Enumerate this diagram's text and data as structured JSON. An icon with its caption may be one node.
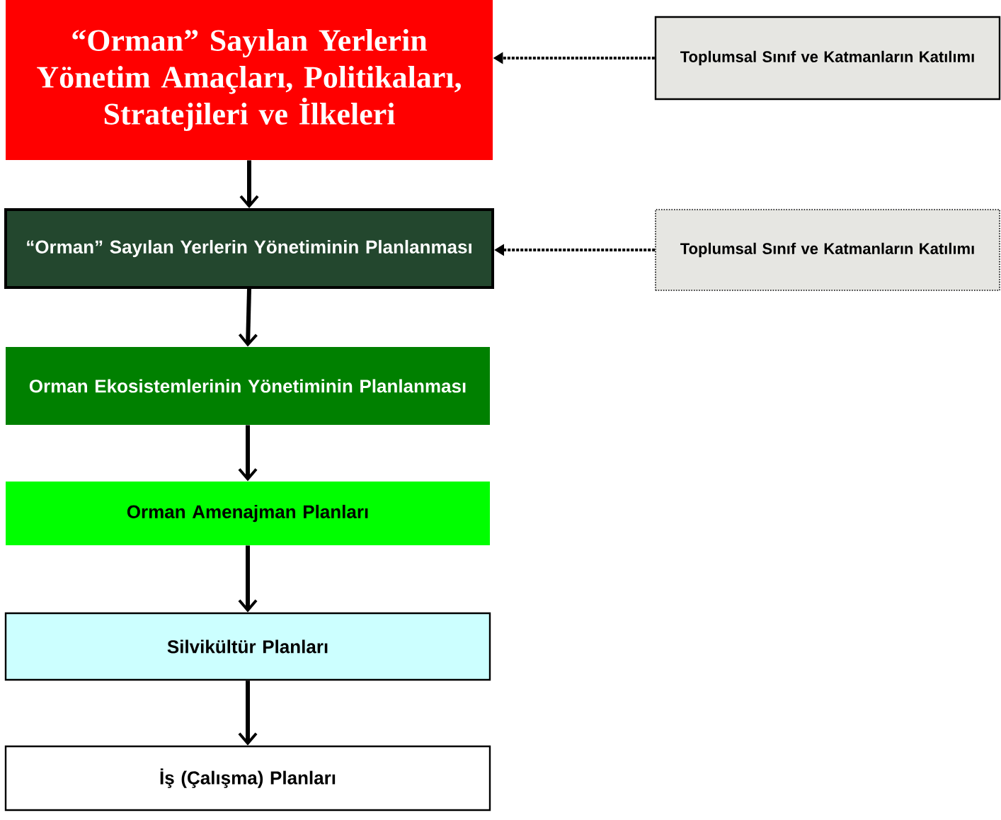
{
  "diagram": {
    "nodes": [
      {
        "text": [
          "“Orman” Sayılan Yerlerin Yönetim Amaçları, Politikaları, Stratejileri ve İlkeleri"
        ]
      },
      {
        "text": [
          "“Orman” Sayılan Yerlerin Yönetiminin Planlanması"
        ]
      },
      {
        "text": [
          "Orman Ekosistemlerinin Yönetiminin Planlanması"
        ]
      },
      {
        "text": [
          "Orman Amenajman Planları"
        ]
      },
      {
        "text": [
          "Silvikültür Planları"
        ]
      },
      {
        "text": [
          "İş (Çalışma) Planları"
        ]
      },
      {
        "text": [
          "Toplumsal Sınıf ve Katmanların Katılımı"
        ]
      },
      {
        "text": [
          "Toplumsal Sınıf ve Katmanların Katılımı"
        ]
      }
    ],
    "edges": [
      {
        "from": 0,
        "to": 1,
        "arrow": "to"
      },
      {
        "from": 1,
        "to": 2,
        "arrow": "to"
      },
      {
        "from": 2,
        "to": 3,
        "arrow": "to"
      },
      {
        "from": 3,
        "to": 4,
        "arrow": "to"
      },
      {
        "from": 4,
        "to": 5,
        "arrow": "to"
      },
      {
        "from": 6,
        "to": 0,
        "arrow": "to",
        "style": "dashed"
      },
      {
        "from": 7,
        "to": 1,
        "arrow": "to",
        "style": "dashed"
      }
    ]
  }
}
